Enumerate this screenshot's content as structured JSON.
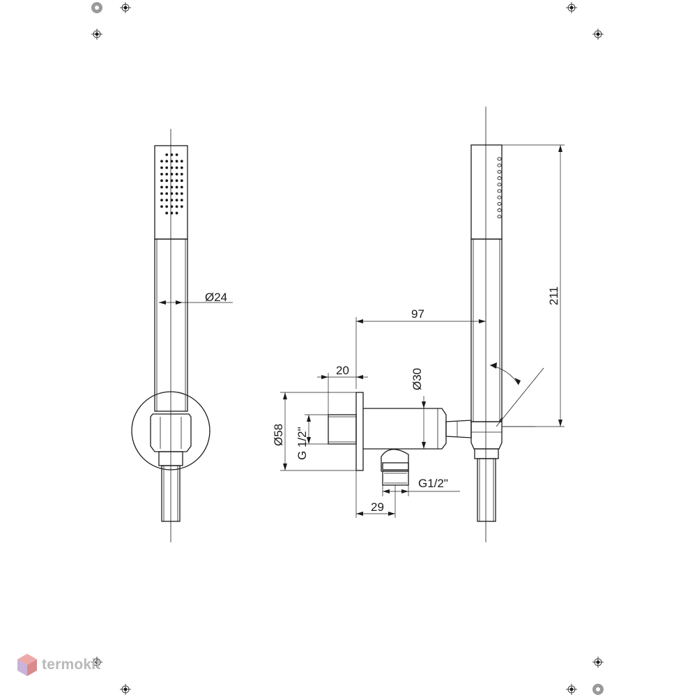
{
  "dimensions": {
    "handshower_diameter": "Ø24",
    "bracket_depth": "20",
    "body_diameter": "Ø30",
    "projection": "97",
    "height": "211",
    "flange_diameter": "Ø58",
    "wall_thread": "G 1/2\"",
    "outlet_thread": "G1/2\"",
    "outlet_offset": "29"
  },
  "watermark": {
    "text": "termokit",
    "colors": {
      "logo": "#e9a0a0",
      "text": "#b9b9b9"
    }
  }
}
